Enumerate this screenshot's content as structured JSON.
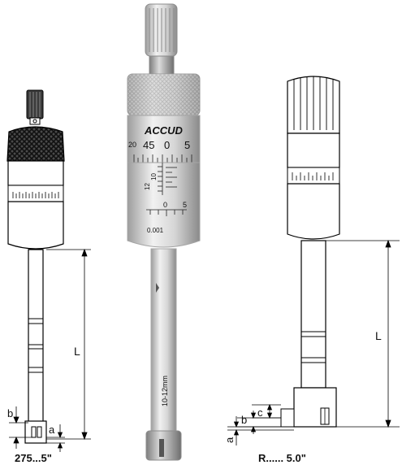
{
  "photo": {
    "brand": "ACCUD",
    "thimble_numbers": [
      "20",
      "45",
      "0",
      "5"
    ],
    "sleeve_numbers": [
      "12",
      "10"
    ],
    "lower_numbers": [
      "0",
      "5"
    ],
    "resolution": "0.001",
    "range_text": "10-12mm"
  },
  "left_drawing": {
    "dim_L": "L",
    "dim_b": "b",
    "dim_a": "a"
  },
  "right_drawing": {
    "dim_L": "L",
    "dim_c": "c",
    "dim_b": "b",
    "dim_a": "a"
  },
  "captions": {
    "left": "275...5\"",
    "right": "R...... 5.0\""
  }
}
